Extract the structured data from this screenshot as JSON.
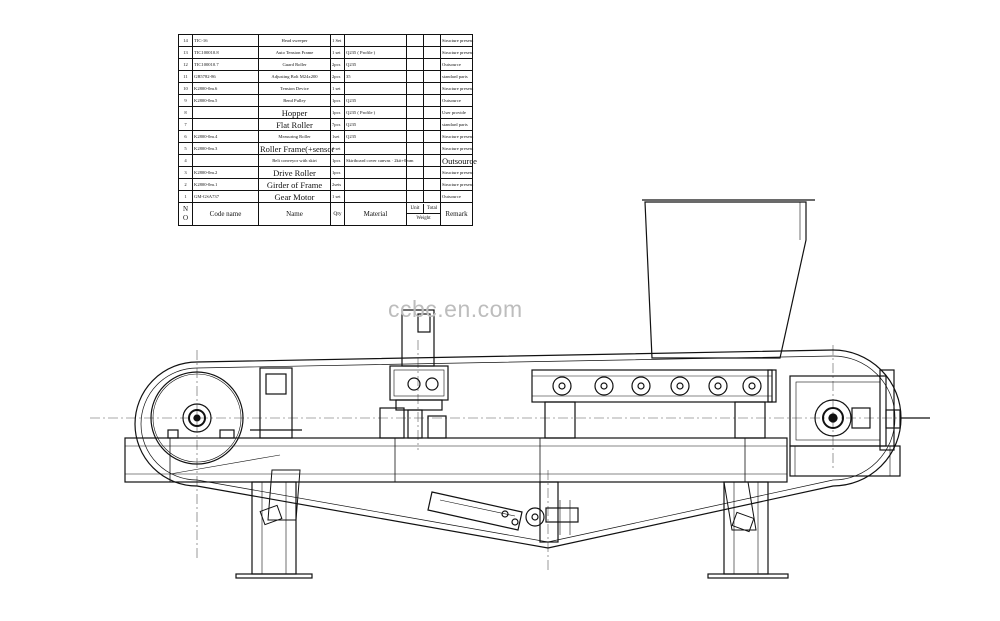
{
  "bom": {
    "rows": [
      {
        "no": "14",
        "code": "TIC-16",
        "name": "Head sweeper",
        "qty": "1 Set",
        "material": "",
        "remark": "Structure present"
      },
      {
        "no": "13",
        "code": "TIC100010.8",
        "name": "Auto Tension Frame",
        "qty": "1 set",
        "material": "Q235 ( Profile )",
        "remark": "Structure present"
      },
      {
        "no": "12",
        "code": "TIC100010.7",
        "name": "Guard Roller",
        "qty": "2pcs",
        "material": "Q235",
        "remark": "Outsource"
      },
      {
        "no": "11",
        "code": "GB5782-86",
        "name": "Adjusting Bolt M24x200",
        "qty": "2pcs",
        "material": "35",
        "remark": "standard parts"
      },
      {
        "no": "10",
        "code": "K2800-0m.6",
        "name": "Tension Device",
        "qty": "1 set",
        "material": "",
        "remark": "Structure present"
      },
      {
        "no": "9",
        "code": "K2800-0m.5",
        "name": "Bend Pulley",
        "qty": "1pcs",
        "material": "Q235",
        "remark": "Outsource"
      },
      {
        "no": "8",
        "code": "",
        "name": "Hopper",
        "qty": "1pcs",
        "material": "Q235 ( Profile )",
        "remark": "User provide",
        "big": true
      },
      {
        "no": "7",
        "code": "",
        "name": "Flat Roller",
        "qty": "7pcs",
        "material": "Q235",
        "remark": "standard parts",
        "big": true
      },
      {
        "no": "6",
        "code": "K2800-0m.4",
        "name": "Measuring Roller",
        "qty": "1set",
        "material": "Q235",
        "remark": "Structure present"
      },
      {
        "no": "5",
        "code": "K2800-0m.3",
        "name": "Roller Frame(+sensor",
        "qty": "1 set",
        "material": "",
        "remark": "Structure present",
        "big": true
      },
      {
        "no": "4",
        "code": "",
        "name": "Belt conveyor with skirt",
        "qty": "1pcs",
        "material": "Skirtboard cover canvas · 2kit+0mm",
        "remark": "Outsource",
        "bigRemark": true
      },
      {
        "no": "3",
        "code": "K2800-0m.2",
        "name": "Drive Roller",
        "qty": "1pcs",
        "material": "",
        "remark": "Structure present",
        "big": true
      },
      {
        "no": "2",
        "code": "K2800-0m.1",
        "name": "Girder of Frame",
        "qty": "2sets",
        "material": "",
        "remark": "Structure present",
        "big": true
      },
      {
        "no": "1",
        "code": "GM-GSA737",
        "name": "Gear Motor",
        "qty": "1 set",
        "material": "",
        "remark": "Outsource",
        "big": true
      }
    ],
    "header": {
      "no": "N\nO",
      "code": "Code name",
      "name": "Name",
      "qty": "Qty",
      "material": "Material",
      "unit": "Unit",
      "total": "Total",
      "weight": "Weight",
      "remark": "Remark"
    }
  },
  "watermark": "ccbc.en.com"
}
